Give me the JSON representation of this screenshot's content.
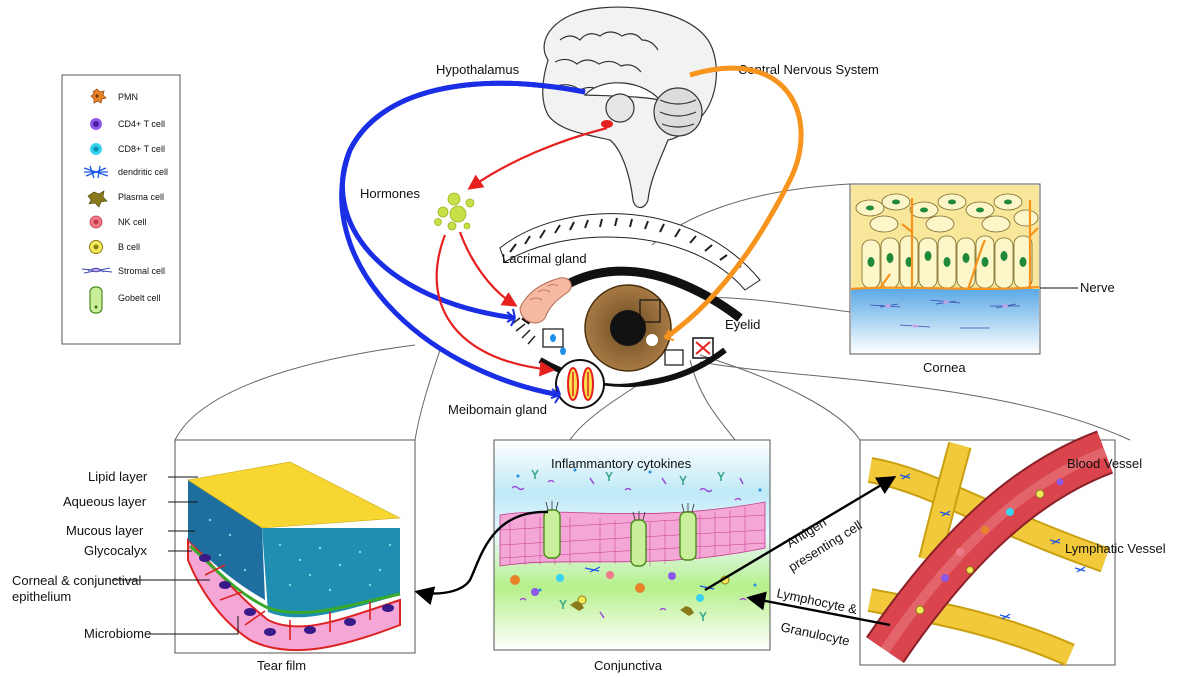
{
  "legend": {
    "items": [
      {
        "label": "PMN",
        "icon": "pmn-icon"
      },
      {
        "label": "CD4+ T cell",
        "icon": "cd4-t-cell-icon"
      },
      {
        "label": "CD8+ T cell",
        "icon": "cd8-t-cell-icon"
      },
      {
        "label": "dendritic cell",
        "icon": "dendritic-cell-icon"
      },
      {
        "label": "Plasma cell",
        "icon": "plasma-cell-icon"
      },
      {
        "label": "NK cell",
        "icon": "nk-cell-icon"
      },
      {
        "label": "B cell",
        "icon": "b-cell-icon"
      },
      {
        "label": "Stromal cell",
        "icon": "stromal-cell-icon"
      },
      {
        "label": "Gobelt cell",
        "icon": "goblet-cell-icon"
      }
    ]
  },
  "labels": {
    "hypothalamus": "Hypothalamus",
    "cns": "Central Nervous System",
    "hormones": "Hormones",
    "lacrimal_gland": "Lacrimal gland",
    "eyelid": "Eyelid",
    "meibomian_gland": "Meibomain gland",
    "nerve": "Nerve",
    "cornea": "Cornea",
    "lipid_layer": "Lipid layer",
    "aqueous_layer": "Aqueous layer",
    "mucous_layer": "Mucous layer",
    "glycocalyx": "Glycocalyx",
    "epithelium_1": "Corneal & conjunctival",
    "epithelium_2": "epithelium",
    "microbiome": "Microbiome",
    "tear_film": "Tear film",
    "inflammatory_cytokines": "Inflammantory cytokines",
    "conjunctiva": "Conjunctiva",
    "antigen_1": "Antigen",
    "antigen_2": "presenting cell",
    "lympho_1": "Lymphocyte &",
    "lympho_2": "Granulocyte",
    "blood_vessel": "Blood Vessel",
    "lymphatic_vessel": "Lymphatic Vessel"
  },
  "colors": {
    "neural_path": "#1a2ee6",
    "cns_path": "#f7941d",
    "hormone_path": "#e6201e",
    "lipid": "#f7d631",
    "aqueous": "#1e8fb0",
    "epithelium": "#f4a6d7",
    "blood": "#d9444d",
    "lymph": "#f1c93a"
  }
}
